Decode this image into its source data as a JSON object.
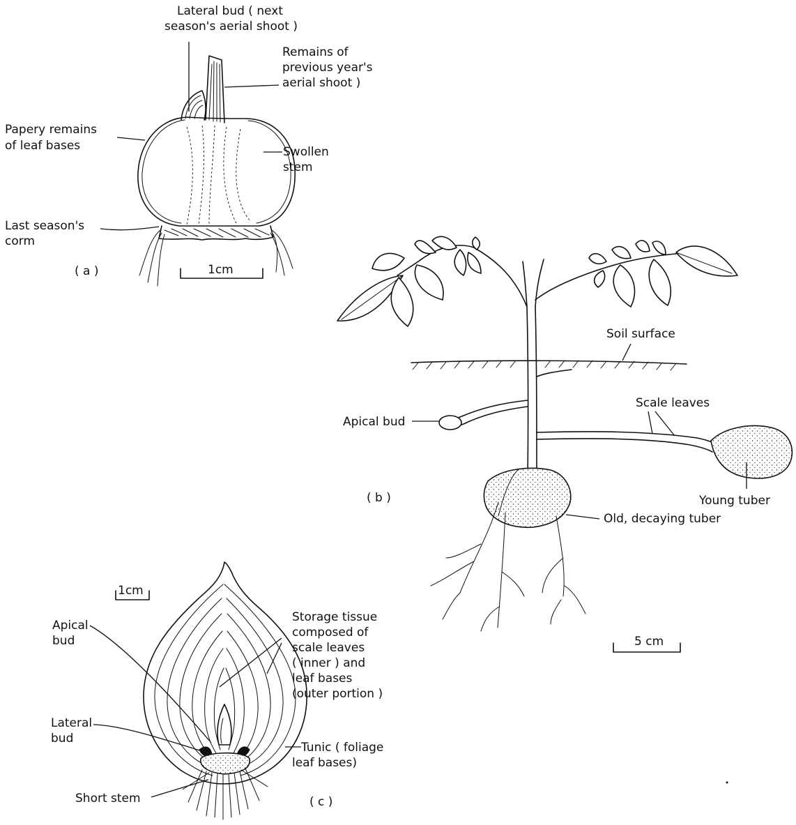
{
  "panel_a": {
    "tag": "( a )",
    "labels": {
      "lateral_bud": [
        "Lateral bud ( next",
        "season's aerial shoot )"
      ],
      "remains_shoot": [
        "Remains of",
        "previous year's",
        "aerial shoot )"
      ],
      "papery": [
        "Papery remains",
        "of leaf bases"
      ],
      "swollen": [
        "Swollen",
        "stem"
      ],
      "last_corm": [
        "Last season's",
        "corm"
      ]
    },
    "scale": "1cm"
  },
  "panel_b": {
    "tag": "( b )",
    "labels": {
      "soil": "Soil surface",
      "apical": "Apical bud",
      "scale_leaves": "Scale leaves",
      "young_tuber": "Young tuber",
      "old_tuber": "Old, decaying tuber"
    },
    "scale": "5 cm"
  },
  "panel_c": {
    "tag": "( c )",
    "labels": {
      "apical": [
        "Apical",
        "bud"
      ],
      "storage": [
        "Storage tissue",
        "composed of",
        "scale leaves",
        "( inner ) and",
        "leaf bases",
        "(outer portion )"
      ],
      "lateral": [
        "Lateral",
        "bud"
      ],
      "tunic": [
        "Tunic ( foliage",
        "leaf bases)"
      ],
      "short_stem": "Short stem"
    },
    "scale": "1cm"
  }
}
